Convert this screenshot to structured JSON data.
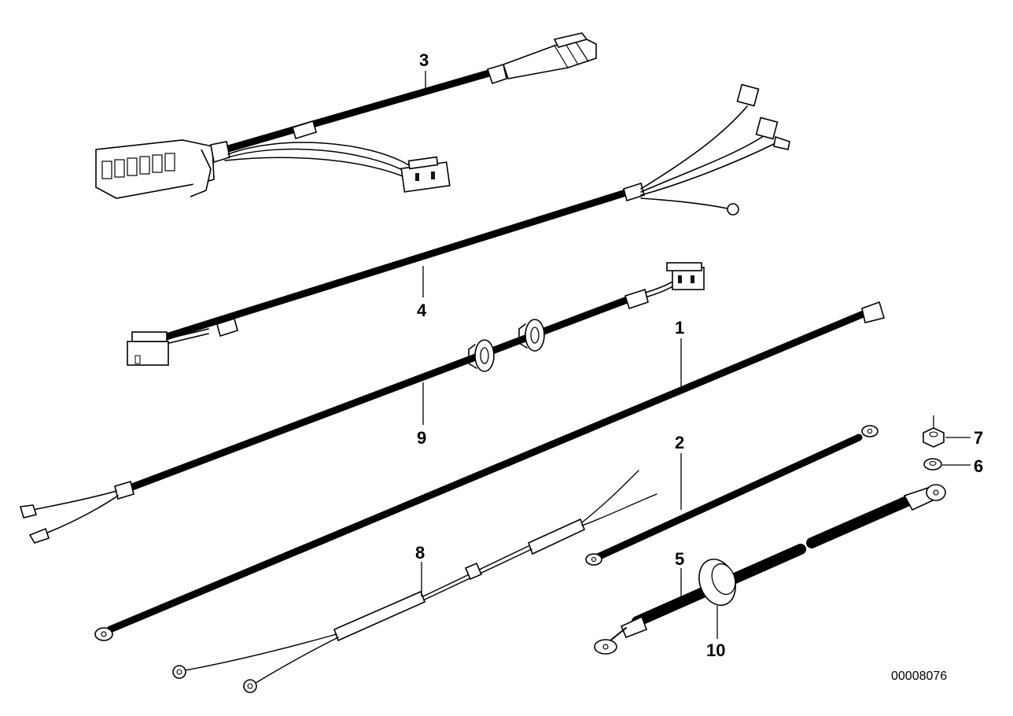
{
  "diagram": {
    "callouts": {
      "p1": "1",
      "p2": "2",
      "p3": "3",
      "p4": "4",
      "p5": "5",
      "p6": "6",
      "p7": "7",
      "p8": "8",
      "p9": "9",
      "p10": "10"
    },
    "reference_number": "00008076"
  }
}
